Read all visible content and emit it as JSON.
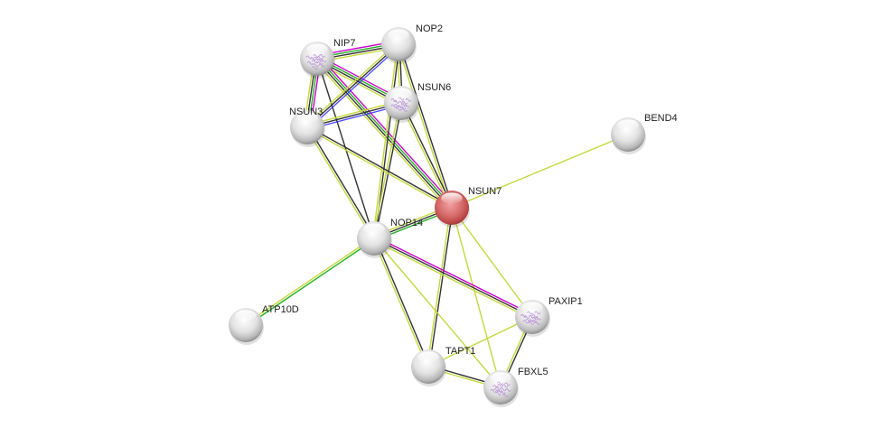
{
  "network": {
    "query_protein": "NSUN7",
    "colors": {
      "query_node": "#d96b6b",
      "other_node": "#e6e6e6",
      "textmining": "#c6d93a",
      "coexpression": "#333333",
      "experiments": "#d000d0",
      "databases": "#2a2aff",
      "coexp_green": "#22b122",
      "label": "#222222"
    },
    "nodes": [
      {
        "id": "NIP7",
        "label": "NIP7",
        "query": false,
        "has_structure": true,
        "structure_color": "#b58ad6"
      },
      {
        "id": "NOP2",
        "label": "NOP2",
        "query": false,
        "has_structure": false
      },
      {
        "id": "NSUN6",
        "label": "NSUN6",
        "query": false,
        "has_structure": true,
        "structure_color": "#b58ad6"
      },
      {
        "id": "NSUN3",
        "label": "NSUN3",
        "query": false,
        "has_structure": false
      },
      {
        "id": "BEND4",
        "label": "BEND4",
        "query": false,
        "has_structure": false
      },
      {
        "id": "NSUN7",
        "label": "NSUN7",
        "query": true,
        "has_structure": false
      },
      {
        "id": "NOP14",
        "label": "NOP14",
        "query": false,
        "has_structure": false
      },
      {
        "id": "ATP10D",
        "label": "ATP10D",
        "query": false,
        "has_structure": false
      },
      {
        "id": "PAXIP1",
        "label": "PAXIP1",
        "query": false,
        "has_structure": true,
        "structure_color": "#b58ad6"
      },
      {
        "id": "TAPT1",
        "label": "TAPT1",
        "query": false,
        "has_structure": false
      },
      {
        "id": "FBXL5",
        "label": "FBXL5",
        "query": false,
        "has_structure": true,
        "structure_color": "#b58ad6"
      }
    ],
    "edges": [
      {
        "source": "NIP7",
        "target": "NOP2",
        "evidence": [
          "experiments",
          "coexp_green",
          "coexpression",
          "textmining"
        ]
      },
      {
        "source": "NIP7",
        "target": "NSUN6",
        "evidence": [
          "experiments",
          "coexp_green",
          "coexpression",
          "textmining"
        ]
      },
      {
        "source": "NIP7",
        "target": "NSUN3",
        "evidence": [
          "experiments",
          "coexp_green",
          "coexpression",
          "textmining"
        ]
      },
      {
        "source": "NIP7",
        "target": "NSUN7",
        "evidence": [
          "experiments",
          "coexp_green",
          "coexpression",
          "textmining"
        ]
      },
      {
        "source": "NIP7",
        "target": "NOP14",
        "evidence": [
          "coexpression"
        ]
      },
      {
        "source": "NOP2",
        "target": "NSUN6",
        "evidence": [
          "coexpression",
          "textmining"
        ]
      },
      {
        "source": "NOP2",
        "target": "NSUN3",
        "evidence": [
          "databases",
          "coexpression",
          "textmining"
        ]
      },
      {
        "source": "NOP2",
        "target": "NSUN7",
        "evidence": [
          "coexpression",
          "textmining"
        ]
      },
      {
        "source": "NOP2",
        "target": "NOP14",
        "evidence": [
          "coexpression",
          "textmining"
        ]
      },
      {
        "source": "NSUN6",
        "target": "NSUN3",
        "evidence": [
          "databases",
          "coexpression",
          "textmining"
        ]
      },
      {
        "source": "NSUN6",
        "target": "NSUN7",
        "evidence": [
          "coexpression",
          "textmining"
        ]
      },
      {
        "source": "NSUN6",
        "target": "NOP14",
        "evidence": [
          "coexpression",
          "textmining"
        ]
      },
      {
        "source": "NSUN3",
        "target": "NSUN7",
        "evidence": [
          "coexpression",
          "textmining"
        ]
      },
      {
        "source": "NSUN3",
        "target": "NOP14",
        "evidence": [
          "coexpression",
          "textmining"
        ]
      },
      {
        "source": "NSUN7",
        "target": "BEND4",
        "evidence": [
          "textmining"
        ]
      },
      {
        "source": "NSUN7",
        "target": "NOP14",
        "evidence": [
          "coexp_green",
          "coexpression",
          "textmining"
        ]
      },
      {
        "source": "NSUN7",
        "target": "PAXIP1",
        "evidence": [
          "textmining"
        ]
      },
      {
        "source": "NSUN7",
        "target": "TAPT1",
        "evidence": [
          "coexpression",
          "textmining"
        ]
      },
      {
        "source": "NSUN7",
        "target": "FBXL5",
        "evidence": [
          "textmining"
        ]
      },
      {
        "source": "NOP14",
        "target": "ATP10D",
        "evidence": [
          "coexp_green",
          "textmining"
        ]
      },
      {
        "source": "NOP14",
        "target": "PAXIP1",
        "evidence": [
          "experiments",
          "coexpression",
          "textmining"
        ]
      },
      {
        "source": "NOP14",
        "target": "TAPT1",
        "evidence": [
          "coexpression",
          "textmining"
        ]
      },
      {
        "source": "NOP14",
        "target": "FBXL5",
        "evidence": [
          "textmining"
        ]
      },
      {
        "source": "PAXIP1",
        "target": "TAPT1",
        "evidence": [
          "textmining"
        ]
      },
      {
        "source": "PAXIP1",
        "target": "FBXL5",
        "evidence": [
          "coexpression",
          "textmining"
        ]
      },
      {
        "source": "TAPT1",
        "target": "FBXL5",
        "evidence": [
          "coexpression",
          "textmining"
        ]
      }
    ]
  }
}
